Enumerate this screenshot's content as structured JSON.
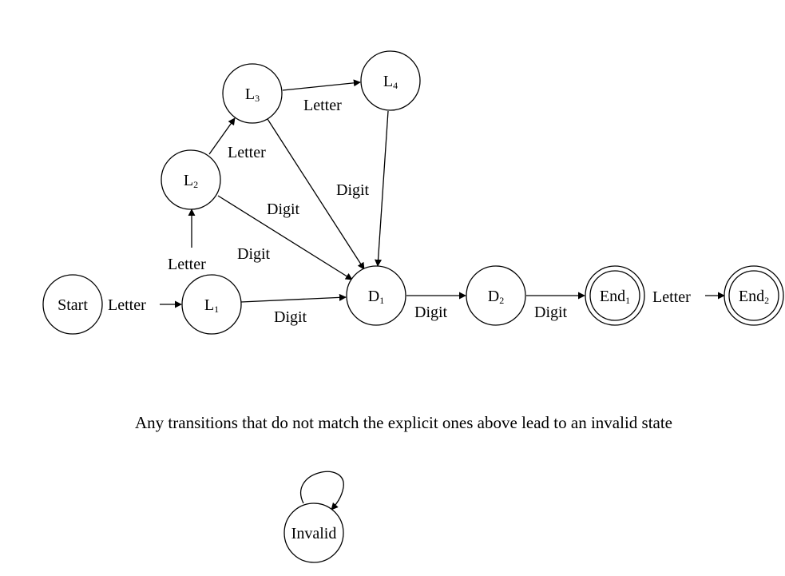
{
  "states": {
    "start": {
      "label": "Start"
    },
    "l1": {
      "base": "L",
      "sub": "1"
    },
    "l2": {
      "base": "L",
      "sub": "2"
    },
    "l3": {
      "base": "L",
      "sub": "3"
    },
    "l4": {
      "base": "L",
      "sub": "4"
    },
    "d1": {
      "base": "D",
      "sub": "1"
    },
    "d2": {
      "base": "D",
      "sub": "2"
    },
    "end1": {
      "base": "End",
      "sub": "1"
    },
    "end2": {
      "base": "End",
      "sub": "2"
    },
    "invalid": {
      "label": "Invalid"
    }
  },
  "transitions": {
    "start_l1": "Letter",
    "l1_l2": "Letter",
    "l2_l3": "Letter",
    "l3_l4": "Letter",
    "l1_d1": "Digit",
    "l2_d1": "Digit",
    "l3_d1": "Digit",
    "l4_d1": "Digit",
    "l2_d1_b": "Digit",
    "d1_d2": "Digit",
    "d2_end1": "Digit",
    "end1_end2": "Letter"
  },
  "note": "Any transitions that do not match the explicit ones above lead to an invalid state",
  "colors": {
    "stroke": "#000000",
    "background": "#ffffff"
  }
}
